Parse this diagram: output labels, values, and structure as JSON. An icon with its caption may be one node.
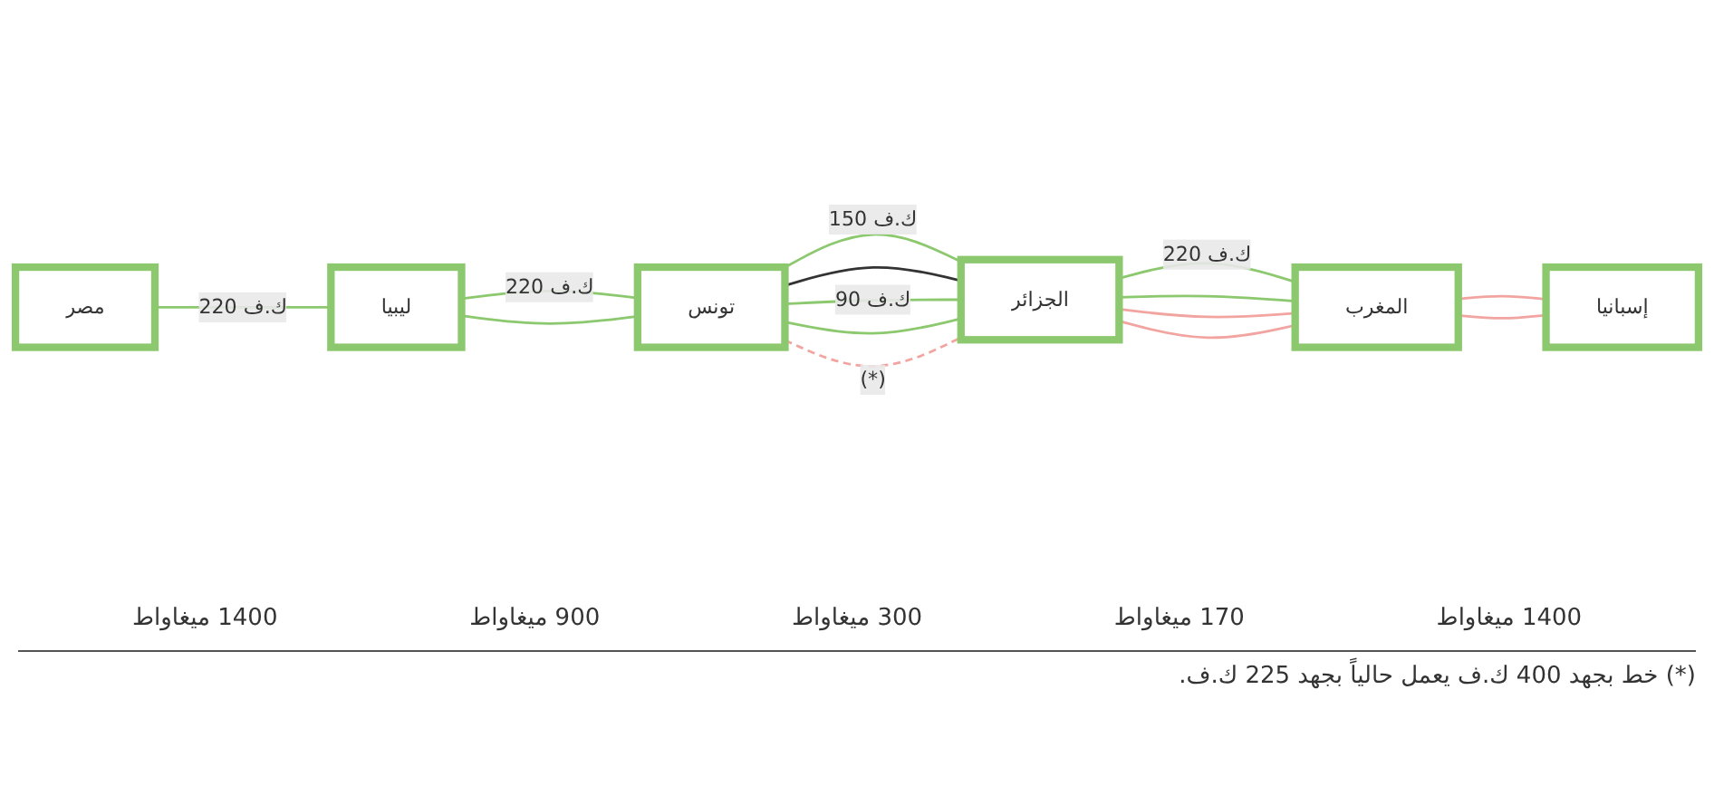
{
  "diagram": {
    "caption": "(*) خط بجهد 400 ك.ف يعمل حالياً بجهد 225 ك.ف.",
    "nodes": [
      {
        "text": [
          "مصر"
        ]
      },
      {
        "text": [
          "ليبيا"
        ]
      },
      {
        "text": [
          "تونس"
        ]
      },
      {
        "text": [
          "الجزائر"
        ]
      },
      {
        "text": [
          "المغرب"
        ]
      },
      {
        "text": [
          "إسبانيا"
        ]
      }
    ],
    "edges": [
      {
        "from": 0,
        "to": 1,
        "arrow": "none",
        "label": "220 ك.ف"
      },
      {
        "from": 1,
        "to": 2,
        "arrow": "none",
        "label": "220 ك.ف"
      },
      {
        "from": 1,
        "to": 2,
        "arrow": "none"
      },
      {
        "from": 2,
        "to": 3,
        "arrow": "none",
        "label": "150 ك.ف"
      },
      {
        "from": 2,
        "to": 3,
        "arrow": "none",
        "color": "#333333"
      },
      {
        "from": 2,
        "to": 3,
        "arrow": "none",
        "label": "90 ك.ف"
      },
      {
        "from": 2,
        "to": 3,
        "arrow": "none"
      },
      {
        "from": 2,
        "to": 3,
        "arrow": "none",
        "label": "(*)",
        "style": "dashed",
        "color": "#f2a5a0"
      },
      {
        "from": 3,
        "to": 4,
        "arrow": "none",
        "label": "220 ك.ف"
      },
      {
        "from": 3,
        "to": 4,
        "arrow": "none"
      },
      {
        "from": 3,
        "to": 4,
        "arrow": "none",
        "color": "#f2a5a0"
      },
      {
        "from": 3,
        "to": 4,
        "arrow": "none",
        "color": "#f2a5a0"
      },
      {
        "from": 4,
        "to": 5,
        "arrow": "none",
        "color": "#f2a5a0"
      },
      {
        "from": 4,
        "to": 5,
        "arrow": "none",
        "color": "#f2a5a0"
      }
    ],
    "labels": [
      "1400 ميغاواط",
      "170 ميغاواط",
      "300 ميغاواط",
      "900 ميغاواط",
      "1400 ميغاواط"
    ]
  }
}
